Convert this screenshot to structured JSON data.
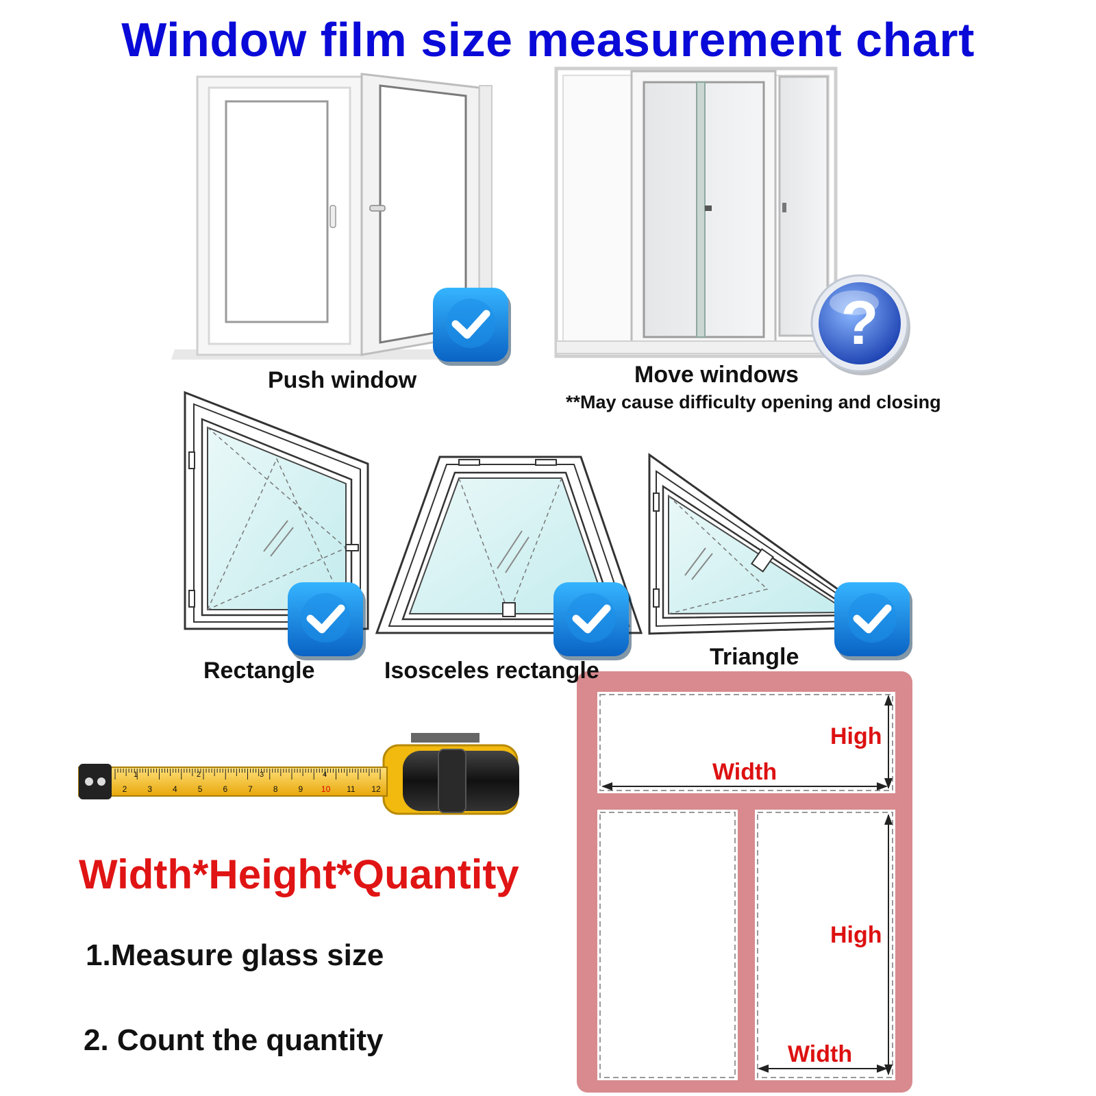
{
  "title": "Window film size measurement chart",
  "windows": {
    "push": {
      "label": "Push window",
      "badge": "check-badge-icon"
    },
    "move": {
      "label": "Move windows",
      "note": "**May cause difficulty opening and closing",
      "badge": "question-badge-icon"
    },
    "rectangle": {
      "label": "Rectangle",
      "badge": "check-badge-icon"
    },
    "isosceles": {
      "label": "Isosceles rectangle",
      "badge": "check-badge-icon"
    },
    "triangle": {
      "label": "Triangle",
      "badge": "check-badge-icon"
    }
  },
  "tape": {
    "icon": "tape-measure-icon",
    "numbers": [
      "2",
      "3",
      "4",
      "5",
      "6",
      "7",
      "8",
      "9",
      "10",
      "11",
      "12"
    ],
    "major_numbers": [
      "1",
      "2",
      "3",
      "4"
    ]
  },
  "formula": "Width*Height*Quantity",
  "steps": [
    "1.Measure glass size",
    "2. Count the quantity"
  ],
  "diagram": {
    "top_width": "Width",
    "top_high": "High",
    "bottom_high": "High",
    "bottom_width": "Width"
  },
  "colors": {
    "title": "#0a0ad8",
    "formula": "#e01414",
    "frame": "#d88a8e",
    "badge_blue": "#1a8ee8",
    "tape_yellow": "#f6c21a"
  }
}
